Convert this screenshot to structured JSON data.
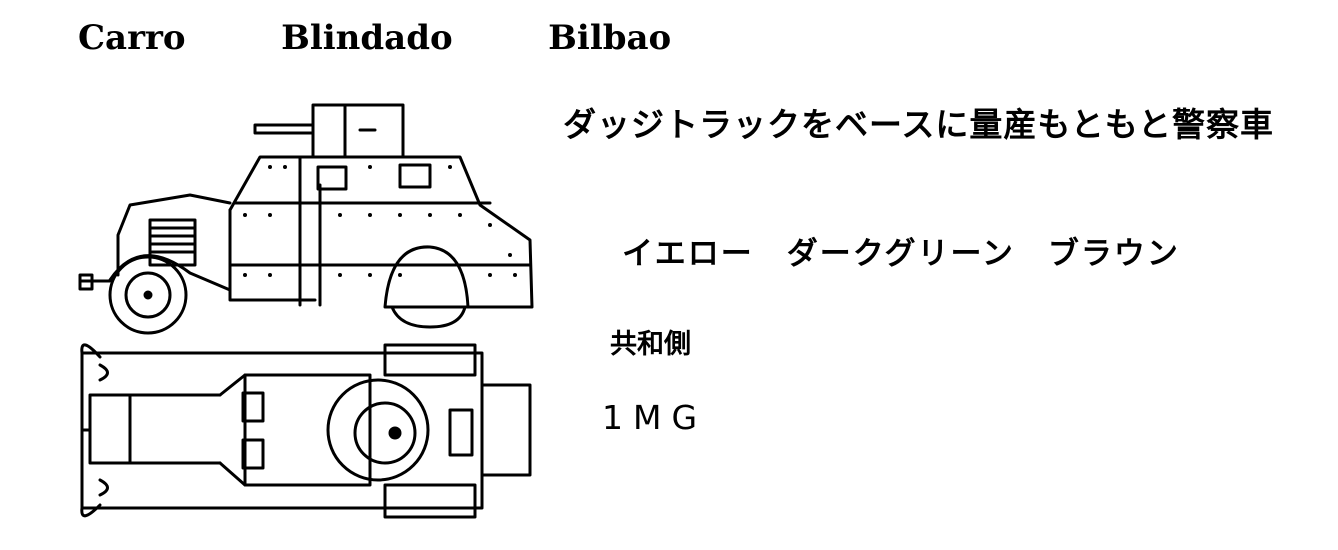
{
  "title": "Carro   Blindado   Bilbao",
  "description": "ダッジトラックをベースに量産もともと警察車",
  "colors": "イエロー　ダークグリーン　ブラウン",
  "faction": "共和側",
  "armament": "1MG"
}
